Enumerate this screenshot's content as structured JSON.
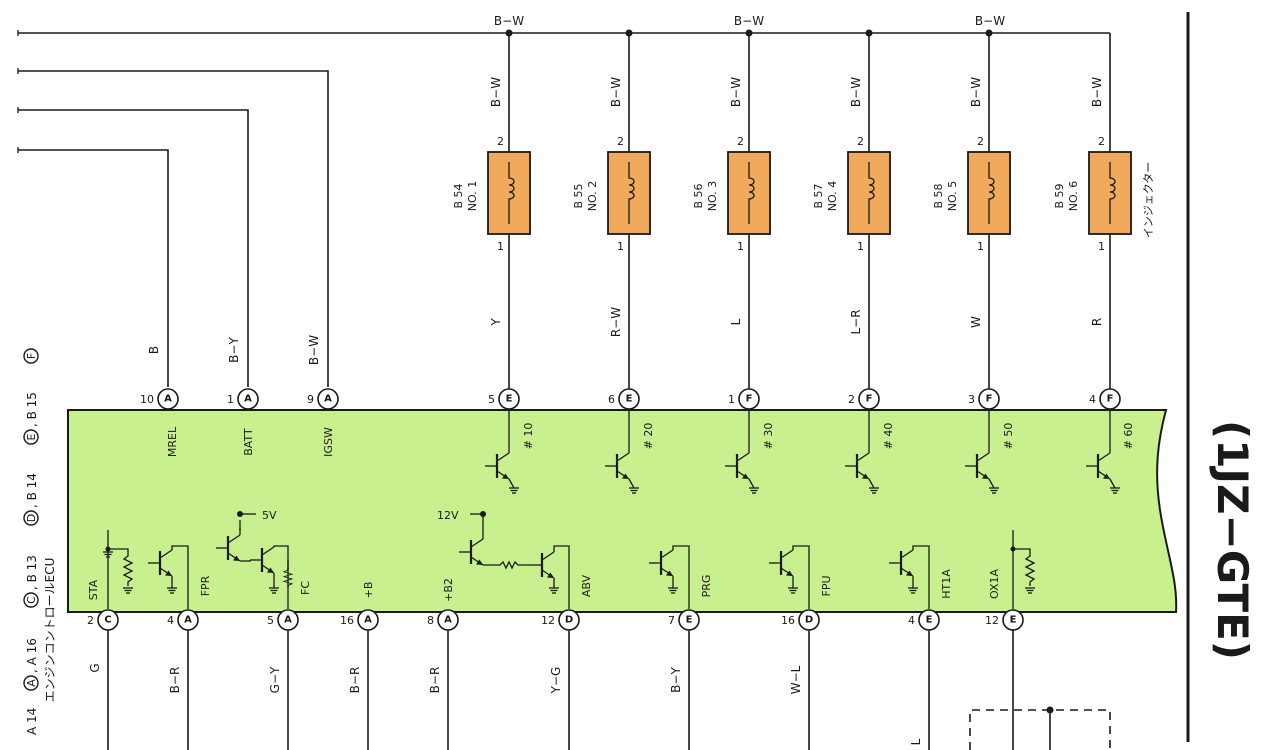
{
  "top_bus": {
    "wire_colors": [
      "B−W",
      "B−W",
      "B−W"
    ]
  },
  "left_wires": [
    {
      "wire_color": "B",
      "pin": "10",
      "connector": "A",
      "terminal": "MREL"
    },
    {
      "wire_color": "B−Y",
      "pin": "1",
      "connector": "A",
      "terminal": "BATT"
    },
    {
      "wire_color": "B−W",
      "pin": "9",
      "connector": "A",
      "terminal": "IGSW"
    }
  ],
  "injectors": [
    {
      "code": "B 54",
      "name": "NO. 1",
      "supply_color": "B−W",
      "pin_top": "2",
      "pin_bottom": "1",
      "signal_color": "Y",
      "ecu_pin": "5",
      "connector": "E",
      "terminal": "# 10"
    },
    {
      "code": "B 55",
      "name": "NO. 2",
      "supply_color": "B−W",
      "pin_top": "2",
      "pin_bottom": "1",
      "signal_color": "R−W",
      "ecu_pin": "6",
      "connector": "E",
      "terminal": "# 20"
    },
    {
      "code": "B 56",
      "name": "NO. 3",
      "supply_color": "B−W",
      "pin_top": "2",
      "pin_bottom": "1",
      "signal_color": "L",
      "ecu_pin": "1",
      "connector": "F",
      "terminal": "# 30"
    },
    {
      "code": "B 57",
      "name": "NO. 4",
      "supply_color": "B−W",
      "pin_top": "2",
      "pin_bottom": "1",
      "signal_color": "L−R",
      "ecu_pin": "2",
      "connector": "F",
      "terminal": "# 40"
    },
    {
      "code": "B 58",
      "name": "NO. 5",
      "supply_color": "B−W",
      "pin_top": "2",
      "pin_bottom": "1",
      "signal_color": "W",
      "ecu_pin": "3",
      "connector": "F",
      "terminal": "# 50"
    },
    {
      "code": "B 59",
      "name": "NO. 6",
      "supply_color": "B−W",
      "pin_top": "2",
      "pin_bottom": "1",
      "signal_color": "R",
      "ecu_pin": "4",
      "connector": "F",
      "terminal": "# 60"
    }
  ],
  "injector_caption": "インジェクター",
  "ecu": {
    "caption": "エンジンコントロールECU",
    "voltage_5v": "5V",
    "voltage_12v": "12V",
    "connector_refs": [
      {
        "prefix": "A 14",
        "connector": "A",
        "suffix": ", A 16"
      },
      {
        "prefix": "",
        "connector": "C",
        "suffix": ", B 13"
      },
      {
        "prefix": "",
        "connector": "D",
        "suffix": ", B 14"
      },
      {
        "prefix": "",
        "connector": "E",
        "suffix": ", B 15"
      },
      {
        "prefix": "",
        "connector": "F",
        "suffix": ""
      }
    ],
    "bottom_terminals": [
      {
        "terminal": "STA",
        "pin": "2",
        "connector": "C",
        "wire_color": "G"
      },
      {
        "terminal": "FPR",
        "pin": "4",
        "connector": "A",
        "wire_color": "B−R"
      },
      {
        "terminal": "FC",
        "pin": "5",
        "connector": "A",
        "wire_color": "G−Y"
      },
      {
        "terminal": "+B",
        "pin": "16",
        "connector": "A",
        "wire_color": "B−R"
      },
      {
        "terminal": "+B2",
        "pin": "8",
        "connector": "A",
        "wire_color": "B−R"
      },
      {
        "terminal": "ABV",
        "pin": "12",
        "connector": "D",
        "wire_color": "Y−G"
      },
      {
        "terminal": "PRG",
        "pin": "7",
        "connector": "E",
        "wire_color": "B−Y"
      },
      {
        "terminal": "FPU",
        "pin": "16",
        "connector": "D",
        "wire_color": "W−L"
      },
      {
        "terminal": "HT1A",
        "pin": "4",
        "connector": "E",
        "wire_color": ""
      },
      {
        "terminal": "OX1A",
        "pin": "12",
        "connector": "E",
        "wire_color": ""
      }
    ]
  },
  "extra_wire_label": "L",
  "engine_label": "(1JZ−GTE)"
}
